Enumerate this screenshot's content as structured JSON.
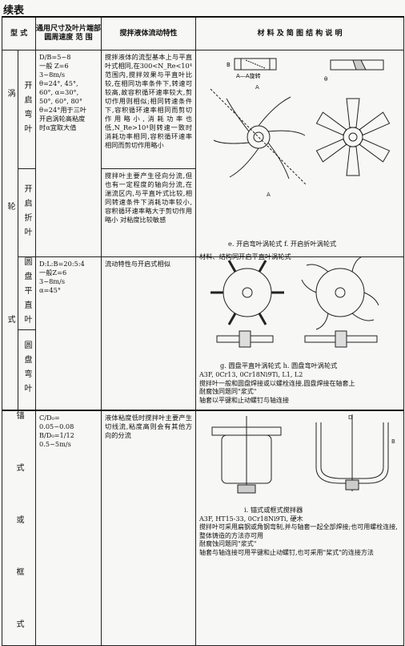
{
  "continuation": "续表",
  "headers": {
    "type": "型 式",
    "params": "通用尺寸及叶片端部圆周速度 范 围",
    "flow": "搅拌液体流动特性",
    "material": "材 料 及 简 图 结 构 说 明"
  },
  "turbine": {
    "group": "涡 轮 式",
    "open_curved": "开启弯叶",
    "open_folded": "开启折叶",
    "disc_flat": "圆盘平直叶",
    "disc_curved": "圆盘弯叶",
    "params_open": "D/B=5~8\n一般 Z=6\n3~8m/s\nθ=24°, 45°,\n60°, α=30°,\n50°, 60°, 80°\nθ=24°用于三叶\n开启涡轮高粘度\n时α宜取大值",
    "flow_open_curved": "搅拌液体的流型基本上与平直叶式相同,在300<N_Re<10⁴范围内,搅拌效果与平直叶比较,在相同功率条件下,转速可较高,故容积循环速率较大,剪切作用则相似;相同转速条件下,容积循环速率相同而剪切作用略小,消耗功率也低,N_Re>10⁴则转速一致时消耗功率相同,容积循环速率相同而剪切作用略小",
    "flow_open_folded": "搅拌叶主要产生径向分流,但也有一定程度的轴向分流,在湍流区内,与平直叶式比较,相同转速条件下消耗功率较小,容积循环速率略大于剪切作用略小\n对粘度比较敏感",
    "params_disc": "D:L:B=20:5:4\n一般Z=6\n3~8m/s\nα=45°",
    "flow_disc": "流动特性与开启式相似",
    "diagram_label_a": "A—A旋转",
    "caption_ef": "e. 开启弯叶涡轮式   f. 开启折叶涡轮式",
    "note_ef": "材料、结构同开启平直叶涡轮式",
    "caption_gh": "g. 圆盘平直叶涡轮式    h. 圆盘弯叶涡轮式",
    "materials_gh": "A3F, 0Cr13, 0Cr18Ni9Ti, L1, L2",
    "note_gh_1": "搅拌叶一般和圆盘焊接或以螺栓连接,圆盘焊接在轴套上",
    "note_gh_2": "耐腐蚀同题同\"浆式\"",
    "note_gh_3": "轴套以平键和止动螺钉与轴连接"
  },
  "anchor": {
    "group": "锚 式 或 框 式",
    "params": "C/D₀=\n0.05~0.08\nB/D₀=1/12\n0.5~5m/s",
    "flow": "液体粘度低时搅拌叶主要产生切线流,粘度高则会有其他方向的分流",
    "caption": "i. 锚式或框式搅拌器",
    "materials": "A3F, HT15-33, 0Cr18Ni9Ti, 硬木",
    "note_1": "搅拌叶可采用扁钢或角钢弯制,并与轴套一起全部焊接;也可用螺栓连接,整体铸造的方法亦可用",
    "note_2": "耐腐蚀问题同\"浆式\"",
    "note_3": "轴套与轴连接可用平键和止动螺钉,也可采用\"桨式\"的连接方法"
  }
}
